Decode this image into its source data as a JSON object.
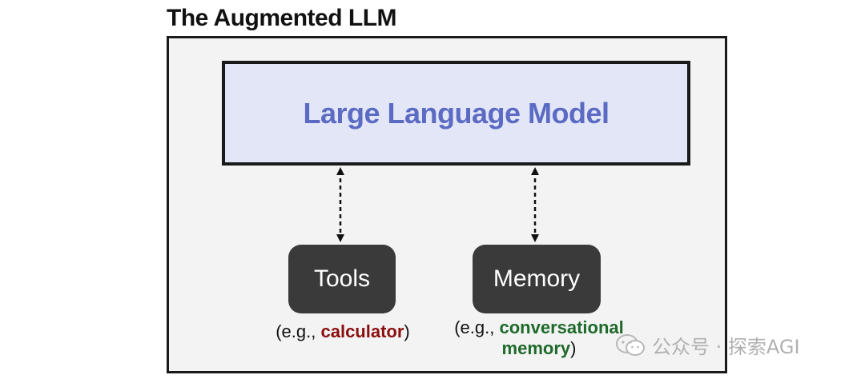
{
  "title": "The Augmented LLM",
  "llm": {
    "label": "Large Language Model"
  },
  "tools": {
    "label": "Tools",
    "caption_prefix": "(e.g., ",
    "caption_highlight": "calculator",
    "caption_suffix": ")"
  },
  "memory": {
    "label": "Memory",
    "caption_prefix": "(e.g., ",
    "caption_highlight_1": "conversational",
    "caption_highlight_2": "memory",
    "caption_suffix": ")"
  },
  "watermark": {
    "text": "公众号 · 探索AGI",
    "icon": "wechat-icon"
  },
  "colors": {
    "llm_text": "#5b6bc4",
    "llm_fill": "#e3e6f6",
    "pill_fill": "#3a3a3a",
    "tools_highlight": "#8b0f0f",
    "memory_highlight": "#1f6a2a",
    "frame_fill": "#f3f3f3"
  }
}
